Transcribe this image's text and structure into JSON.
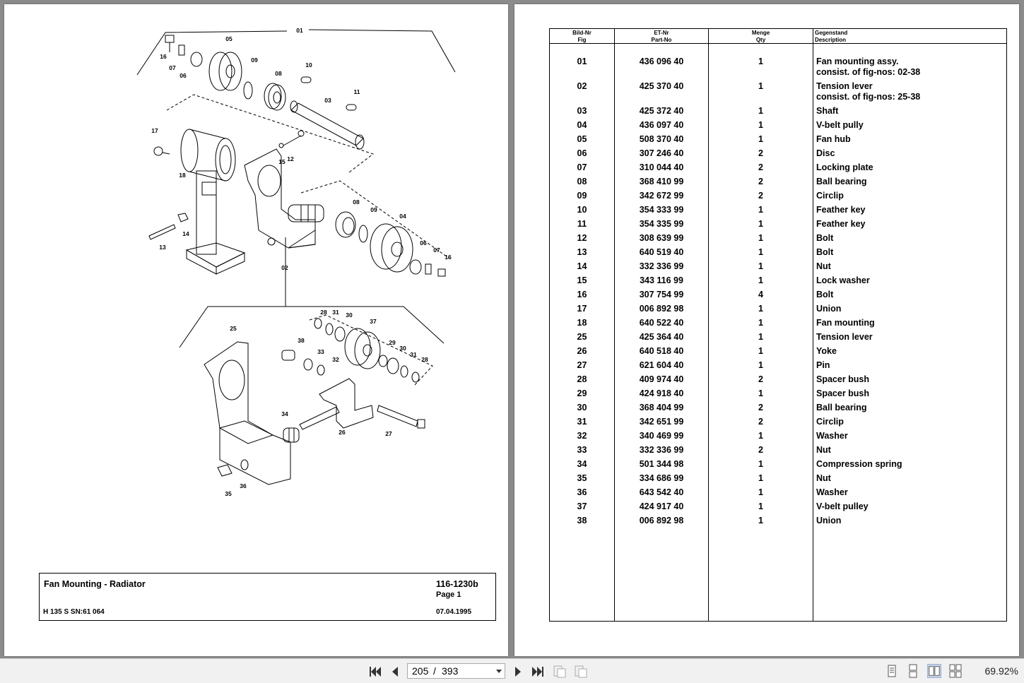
{
  "drawing": {
    "callouts": [
      {
        "t": "01"
      },
      {
        "t": "05"
      },
      {
        "t": "16"
      },
      {
        "t": "07"
      },
      {
        "t": "06"
      },
      {
        "t": "09"
      },
      {
        "t": "08"
      },
      {
        "t": "10"
      },
      {
        "t": "03"
      },
      {
        "t": "11"
      },
      {
        "t": "17"
      },
      {
        "t": "18"
      },
      {
        "t": "15"
      },
      {
        "t": "12"
      },
      {
        "t": "14"
      },
      {
        "t": "13"
      },
      {
        "t": "08"
      },
      {
        "t": "09"
      },
      {
        "t": "04"
      },
      {
        "t": "06"
      },
      {
        "t": "07"
      },
      {
        "t": "16"
      },
      {
        "t": "02"
      },
      {
        "t": "28"
      },
      {
        "t": "31"
      },
      {
        "t": "30"
      },
      {
        "t": "37"
      },
      {
        "t": "25"
      },
      {
        "t": "38"
      },
      {
        "t": "33"
      },
      {
        "t": "32"
      },
      {
        "t": "29"
      },
      {
        "t": "30"
      },
      {
        "t": "31"
      },
      {
        "t": "28"
      },
      {
        "t": "34"
      },
      {
        "t": "26"
      },
      {
        "t": "27"
      },
      {
        "t": "36"
      },
      {
        "t": "35"
      }
    ]
  },
  "title_block": {
    "title": "Fan Mounting - Radiator",
    "doc_no": "116-1230b",
    "page": "Page 1",
    "machine": "H 135 S SN:61 064",
    "date": "07.04.1995"
  },
  "parts_table": {
    "headers": {
      "fig_de": "Bild-Nr",
      "fig_en": "Fig",
      "part_de": "ET-Nr",
      "part_en": "Part-No",
      "qty_de": "Menge",
      "qty_en": "Qty",
      "desc_de": "Gegenstand",
      "desc_en": "Description"
    },
    "rows": [
      {
        "fig": "01",
        "part": "436 096 40",
        "qty": "1",
        "desc": "Fan mounting assy.",
        "desc2": "consist. of fig-nos: 02-38"
      },
      {
        "fig": "02",
        "part": "425 370 40",
        "qty": "1",
        "desc": "Tension lever",
        "desc2": "consist. of fig-nos: 25-38"
      },
      {
        "fig": "03",
        "part": "425 372 40",
        "qty": "1",
        "desc": "Shaft"
      },
      {
        "fig": "04",
        "part": "436 097 40",
        "qty": "1",
        "desc": "V-belt pully"
      },
      {
        "fig": "05",
        "part": "508 370 40",
        "qty": "1",
        "desc": "Fan hub"
      },
      {
        "fig": "06",
        "part": "307 246 40",
        "qty": "2",
        "desc": "Disc"
      },
      {
        "fig": "07",
        "part": "310 044 40",
        "qty": "2",
        "desc": "Locking plate"
      },
      {
        "fig": "08",
        "part": "368 410 99",
        "qty": "2",
        "desc": "Ball bearing"
      },
      {
        "fig": "09",
        "part": "342 672 99",
        "qty": "2",
        "desc": "Circlip"
      },
      {
        "fig": "10",
        "part": "354 333 99",
        "qty": "1",
        "desc": "Feather key"
      },
      {
        "fig": "11",
        "part": "354 335 99",
        "qty": "1",
        "desc": "Feather key"
      },
      {
        "fig": "12",
        "part": "308 639 99",
        "qty": "1",
        "desc": "Bolt"
      },
      {
        "fig": "13",
        "part": "640 519 40",
        "qty": "1",
        "desc": "Bolt"
      },
      {
        "fig": "14",
        "part": "332 336 99",
        "qty": "1",
        "desc": "Nut"
      },
      {
        "fig": "15",
        "part": "343 116 99",
        "qty": "1",
        "desc": "Lock washer"
      },
      {
        "fig": "16",
        "part": "307 754 99",
        "qty": "4",
        "desc": "Bolt"
      },
      {
        "fig": "17",
        "part": "006 892 98",
        "qty": "1",
        "desc": "Union"
      },
      {
        "fig": "18",
        "part": "640 522 40",
        "qty": "1",
        "desc": "Fan mounting"
      },
      {
        "fig": "25",
        "part": "425 364 40",
        "qty": "1",
        "desc": "Tension lever"
      },
      {
        "fig": "26",
        "part": "640 518 40",
        "qty": "1",
        "desc": "Yoke"
      },
      {
        "fig": "27",
        "part": "621 604 40",
        "qty": "1",
        "desc": "Pin"
      },
      {
        "fig": "28",
        "part": "409 974 40",
        "qty": "2",
        "desc": "Spacer bush"
      },
      {
        "fig": "29",
        "part": "424 918 40",
        "qty": "1",
        "desc": "Spacer bush"
      },
      {
        "fig": "30",
        "part": "368 404 99",
        "qty": "2",
        "desc": "Ball bearing"
      },
      {
        "fig": "31",
        "part": "342 651 99",
        "qty": "2",
        "desc": "Circlip"
      },
      {
        "fig": "32",
        "part": "340 469 99",
        "qty": "1",
        "desc": "Washer"
      },
      {
        "fig": "33",
        "part": "332 336 99",
        "qty": "2",
        "desc": "Nut"
      },
      {
        "fig": "34",
        "part": "501 344 98",
        "qty": "1",
        "desc": "Compression spring"
      },
      {
        "fig": "35",
        "part": "334 686 99",
        "qty": "1",
        "desc": "Nut"
      },
      {
        "fig": "36",
        "part": "643 542 40",
        "qty": "1",
        "desc": "Washer"
      },
      {
        "fig": "37",
        "part": "424 917 40",
        "qty": "1",
        "desc": "V-belt pulley"
      },
      {
        "fig": "38",
        "part": "006 892 98",
        "qty": "1",
        "desc": "Union"
      }
    ]
  },
  "toolbar": {
    "current_page": "205",
    "separator": "/",
    "total_pages": "393",
    "zoom": "69.92%",
    "icons": [
      "first-page-icon",
      "prev-page-icon",
      "next-page-icon",
      "last-page-icon",
      "rotate-left-icon",
      "rotate-right-icon",
      "single-page-icon",
      "continuous-icon",
      "two-page-icon",
      "continuous-two-page-icon"
    ]
  }
}
